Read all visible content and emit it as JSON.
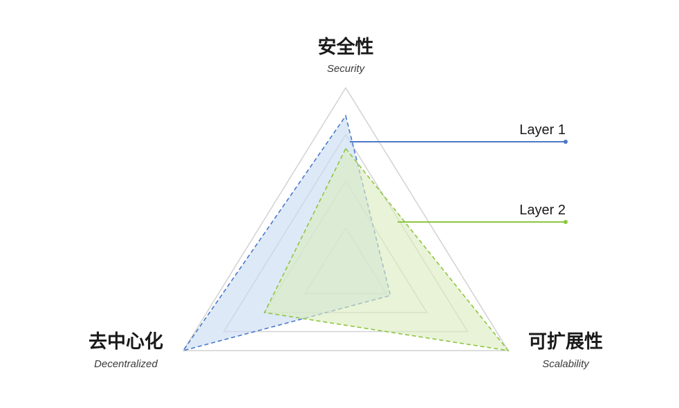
{
  "chart_data": {
    "type": "radar",
    "axes": [
      {
        "key": "security",
        "title": "安全性",
        "subtitle": "Security"
      },
      {
        "key": "scalability",
        "title": "可扩展性",
        "subtitle": "Scalability"
      },
      {
        "key": "decentralization",
        "title": "去中心化",
        "subtitle": "Decentralized"
      }
    ],
    "scale": {
      "min": 0,
      "max": 4,
      "rings": 4
    },
    "series": [
      {
        "name": "Layer 1",
        "color": "#4a78c8",
        "fill": "#c9dbf3",
        "values": {
          "security": 3.4,
          "scalability": 1.1,
          "decentralization": 4.0
        }
      },
      {
        "name": "Layer 2",
        "color": "#8cc63f",
        "fill": "#dcebbf",
        "values": {
          "security": 2.7,
          "scalability": 4.0,
          "decentralization": 2.0
        }
      }
    ]
  }
}
